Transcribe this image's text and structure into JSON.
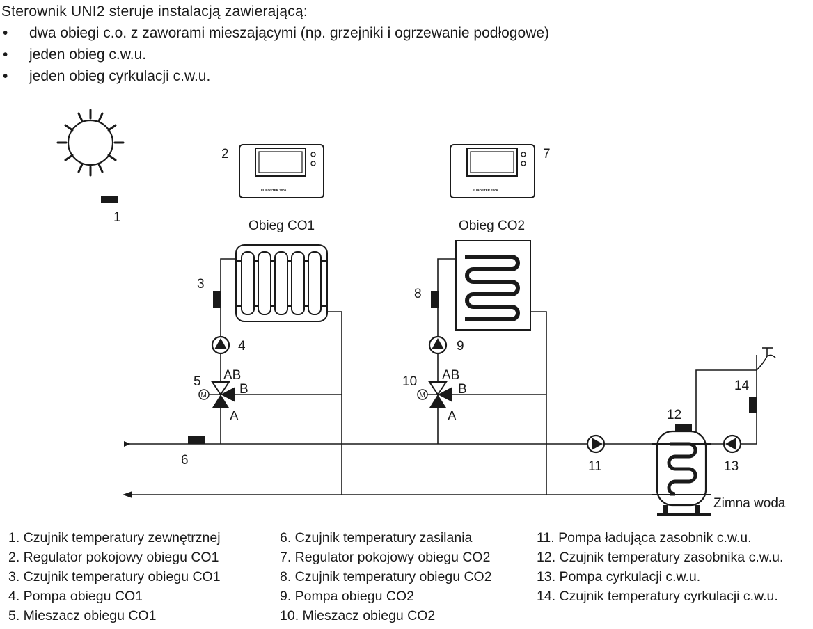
{
  "intro": {
    "title": "Sterownik UNI2 steruje instalacją zawierającą:",
    "bullets": [
      "dwa obiegi c.o. z zaworami mieszającymi (np. grzejniki i ogrzewanie podłogowe)",
      "jeden obieg c.w.u.",
      "jeden obieg cyrkulacji c.w.u."
    ]
  },
  "diagram": {
    "circuit_labels": {
      "co1": "Obieg CO1",
      "co2": "Obieg CO2"
    },
    "numbers": {
      "n1": "1",
      "n2": "2",
      "n3": "3",
      "n4": "4",
      "n5": "5",
      "n6": "6",
      "n7": "7",
      "n8": "8",
      "n9": "9",
      "n10": "10",
      "n11": "11",
      "n12": "12",
      "n13": "13",
      "n14": "14"
    },
    "valve_ports": {
      "ab": "AB",
      "b": "B",
      "a": "A"
    },
    "motor_letter": "M",
    "controller_brand": "EUROSTER 2006",
    "cold_water": "Zimna woda"
  },
  "legend": {
    "col1": [
      "1. Czujnik temperatury zewnętrznej",
      "2. Regulator pokojowy obiegu CO1",
      "3. Czujnik temperatury obiegu CO1",
      "4. Pompa obiegu CO1",
      "5. Mieszacz obiegu CO1"
    ],
    "col2": [
      "6. Czujnik temperatury zasilania",
      "7. Regulator pokojowy obiegu CO2",
      "8. Czujnik temperatury obiegu CO2",
      "9. Pompa obiegu CO2",
      "10. Mieszacz obiegu CO2"
    ],
    "col3": [
      "11. Pompa ładująca zasobnik c.w.u.",
      "12. Czujnik temperatury zasobnika c.w.u.",
      "13. Pompa cyrkulacji c.w.u.",
      "14. Czujnik temperatury cyrkulacji c.w.u."
    ]
  }
}
